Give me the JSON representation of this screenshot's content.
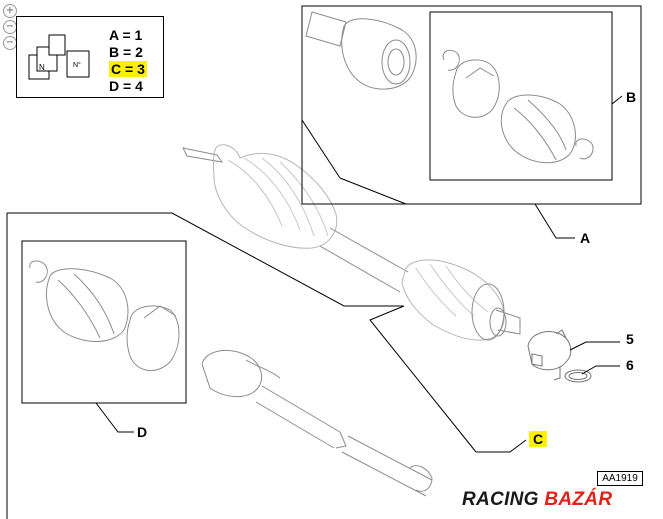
{
  "zoom": {
    "in_symbol": "+",
    "out_symbol": "−"
  },
  "legend": {
    "lines": [
      "A = 1",
      "B = 2",
      "C = 3",
      "D = 4"
    ],
    "highlighted_line": "C = 3",
    "icon_labels": {
      "left_box": "N",
      "right_box": "N°"
    }
  },
  "callouts": {
    "A": "A",
    "B": "B",
    "C": "C",
    "D": "D",
    "part5": "5",
    "part6": "6"
  },
  "reference_code": "AA1919",
  "logo": {
    "word1": "RACING",
    "word2": "BAZÁR",
    "word1_color": "#1a1a1a",
    "word2_color": "#e32119"
  },
  "colors": {
    "highlight": "#ffef00",
    "line": "#000000",
    "part_outline": "#8a8a8a"
  }
}
